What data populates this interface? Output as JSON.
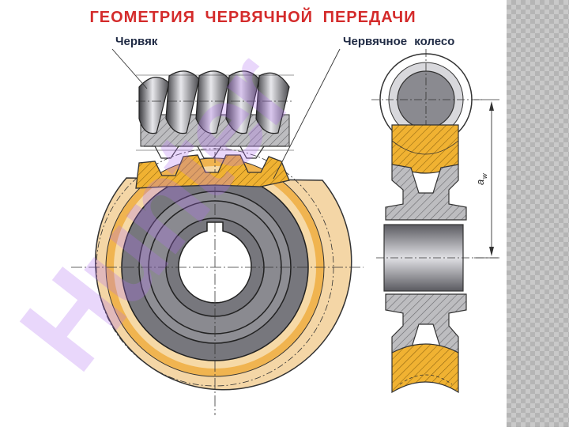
{
  "title": "ГЕОМЕТРИЯ  ЧЕРВЯЧНОЙ  ПЕРЕДАЧИ",
  "labels": {
    "worm": "Червяк",
    "wheel": "Червячное  колесо",
    "center_distance": "a",
    "center_distance_sub": "w"
  },
  "watermark": "Hunter",
  "colors": {
    "title": "#d42b2b",
    "hub_yellow": "#f0b232",
    "rim_pale": "#f2cf95",
    "steel_dark": "#6b6b70",
    "steel_light": "#c8c8cc",
    "watermark": "#b070f0"
  },
  "icons": [
    "worm-gear-drawing",
    "worm-wheel-front-view",
    "worm-wheel-section-view"
  ]
}
